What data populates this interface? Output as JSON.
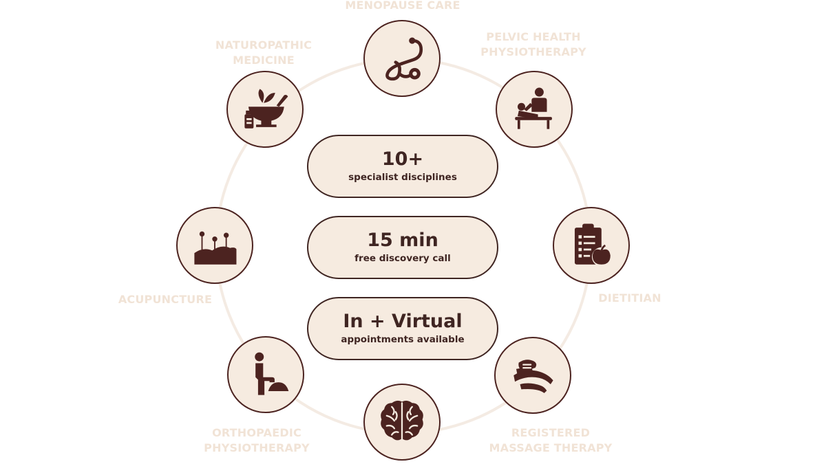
{
  "services": [
    {
      "label_lines": [
        "MENOPAUSE CARE"
      ],
      "icon": "stethoscope-icon"
    },
    {
      "label_lines": [
        "PELVIC HEALTH",
        "PHYSIOTHERAPY"
      ],
      "icon": "physiotherapy-treatment-icon"
    },
    {
      "label_lines": [
        "DIETITIAN"
      ],
      "icon": "diet-plan-icon"
    },
    {
      "label_lines": [
        "REGISTERED",
        "MASSAGE THERAPY"
      ],
      "icon": "massage-icon"
    },
    {
      "label_lines": [],
      "icon": "brain-icon"
    },
    {
      "label_lines": [
        "ORTHOPAEDIC",
        "PHYSIOTHERAPY"
      ],
      "icon": "step-exercise-icon"
    },
    {
      "label_lines": [
        "ACUPUNCTURE"
      ],
      "icon": "acupuncture-needles-icon"
    },
    {
      "label_lines": [
        "NATUROPATHIC",
        "MEDICINE"
      ],
      "icon": "mortar-pestle-herbs-icon"
    }
  ],
  "stats": [
    {
      "value": "10+",
      "caption": "specialist disciplines"
    },
    {
      "value": "15 min",
      "caption": "free discovery call"
    },
    {
      "value": "In + Virtual",
      "caption": "appointments available"
    }
  ],
  "colors": {
    "icon": "#4c2320",
    "node_fill": "#f6ebe0",
    "label": "#f1e3d6",
    "ring": "#f4ebe3"
  }
}
